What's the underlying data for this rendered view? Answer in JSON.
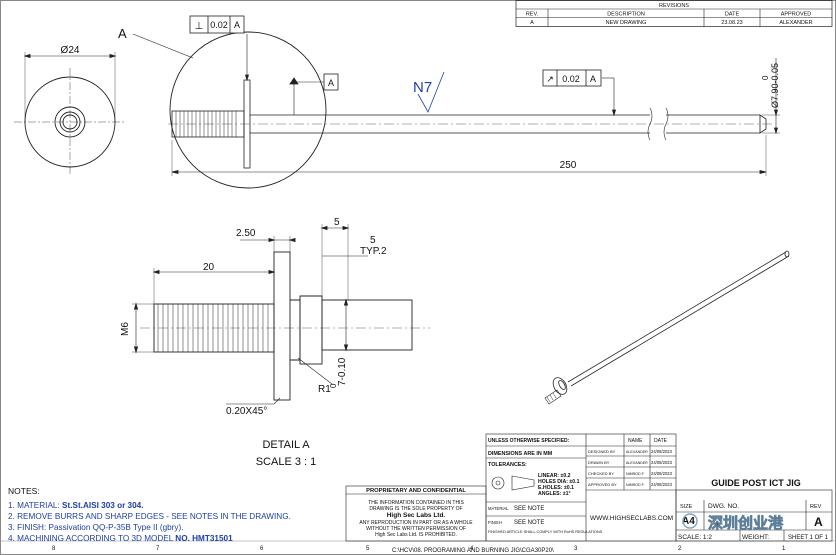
{
  "revisions": {
    "title": "REVISIONS",
    "headers": [
      "REV.",
      "DESCRIPTION",
      "DATE",
      "APPROVED"
    ],
    "rows": [
      [
        "A",
        "NEW DRAWING",
        "23.08.23",
        "ALEXANDER"
      ]
    ]
  },
  "dimensions": {
    "diameter_24": "Ø24",
    "detail_callout": "A",
    "perp_symbol": "⊥",
    "perp_tol": "0.02",
    "perp_datum": "A",
    "datum_a": "A",
    "surface_finish": "N7",
    "runout_symbol": "↗",
    "runout_tol": "0.02",
    "runout_datum": "A",
    "shaft_dia_upper": "0",
    "shaft_dia": "Ø7.90-0.05",
    "total_length": "250",
    "d_5_top": "5",
    "d_2_50": "2.50",
    "d_5_typ": "5",
    "typ2": "TYP.2",
    "d_20": "20",
    "thread_m6": "M6",
    "d_7": "7-0.10",
    "d_7_upper": "0",
    "r1": "R1",
    "chamfer": "0.20X45°"
  },
  "detail": {
    "title": "DETAIL A",
    "scale": "SCALE 3 : 1"
  },
  "notes": {
    "header": "NOTES:",
    "items": [
      {
        "num": "1.",
        "text": "MATERIAL: ",
        "bold": "St.St.AISI 303 or 304."
      },
      {
        "num": "2.",
        "text": "REMOVE BURRS AND SHARP EDGES - SEE NOTES IN THE DRAWING.",
        "bold": ""
      },
      {
        "num": "3.",
        "text": "FINISH: Passivation QQ-P-35B Type II (gbry).",
        "bold": ""
      },
      {
        "num": "4.",
        "text": "MACHINING ACCORDING TO 3D MODEL ",
        "bold": "NO. HMT31501"
      }
    ]
  },
  "proprietary": {
    "title": "PROPRIETARY AND CONFIDENTIAL",
    "line1": "THE INFORMATION CONTAINED IN THIS",
    "line2": "DRAWING IS THE SOLE PROPERTY OF",
    "company": "High Sec Labs Ltd.",
    "line3": "ANY REPRODUCTION IN PART OR AS A WHOLE",
    "line4": "WITHOUT THE WRITTEN PERMISSION OF",
    "line5": "High Sec Labs Ltd. IS PROHIBITED."
  },
  "title_block": {
    "unless": "UNLESS OTHERWISE SPECIFIED:",
    "name_hdr": "NAME",
    "date_hdr": "DATE",
    "dims_mm": "DIMENSIONS ARE IN MM",
    "tolerances": "TOLERANCES:",
    "tol_linear": "LINEAR: ±0.2",
    "tol_holes": "HOLES DIA: ±0.1",
    "tol_eholes": "E.HOLES: ±0.1",
    "tol_angles": "ANGLES: ±1°",
    "material_lbl": "MATERIAL",
    "material_val": "SEE NOTE",
    "finish_lbl": "FINISH",
    "finish_val": "SEE NOTE",
    "finished_note": "FINISHED ARTICLE SHALL COMPLY WITH RoHS REGULATIONS",
    "designed_by": "DESIGNED BY",
    "drawn_by": "DRAWN BY",
    "checked_by": "CHECKED BY",
    "approved_by": "APPROVED BY",
    "designer": "ALEXANDER",
    "drawer": "ALEXANDER",
    "checker": "NIMROD F.",
    "approver": "NIMROD F.",
    "d1": "24/08/2023",
    "d2": "24/08/2023",
    "d3": "24/08/2023",
    "d4": "24/08/2023",
    "website": "WWW.HIGHSECLABS.COM",
    "part_title": "GUIDE POST ICT JIG",
    "size": "SIZE",
    "size_val": "A4",
    "dwg_no": "DWG. NO.",
    "rev": "REV",
    "rev_val": "A",
    "scale": "SCALE: 1:2",
    "weight": "WEIGHT:",
    "sheet": "SHEET 1 OF 1",
    "watermark": "深圳创业港"
  },
  "file_path": "C:\\HCV\\08. PROGRAMING AND BURNING JIG\\CGA30P20\\",
  "zones_bottom": [
    "8",
    "7",
    "6",
    "5",
    "4",
    "3",
    "2",
    "1"
  ]
}
